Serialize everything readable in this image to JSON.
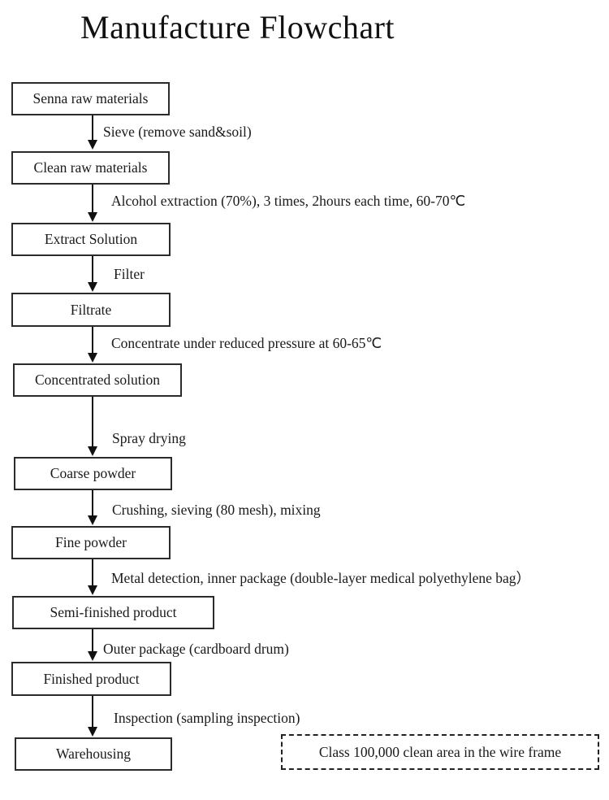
{
  "title": "Manufacture Flowchart",
  "colors": {
    "ink": "#1a1a1a",
    "box_border": "#2b2b2b",
    "background": "#ffffff"
  },
  "steps": [
    {
      "box": "Senna raw materials",
      "arrow_label": "Sieve (remove sand&soil)"
    },
    {
      "box": "Clean raw materials",
      "arrow_label": "Alcohol extraction (70%), 3 times, 2hours each time, 60-70℃"
    },
    {
      "box": "Extract Solution",
      "arrow_label": "Filter"
    },
    {
      "box": "Filtrate",
      "arrow_label": "Concentrate under reduced pressure at 60-65℃"
    },
    {
      "box": "Concentrated solution",
      "arrow_label": "Spray drying"
    },
    {
      "box": "Coarse powder",
      "arrow_label": "Crushing, sieving (80 mesh), mixing"
    },
    {
      "box": "Fine powder",
      "arrow_label": "Metal detection, inner package (double-layer medical polyethylene bag）"
    },
    {
      "box": "Semi-finished product",
      "arrow_label": "Outer package (cardboard drum)"
    },
    {
      "box": "Finished product",
      "arrow_label": "Inspection (sampling inspection)"
    },
    {
      "box": "Warehousing"
    }
  ],
  "note": "Class 100,000 clean area in the wire frame"
}
